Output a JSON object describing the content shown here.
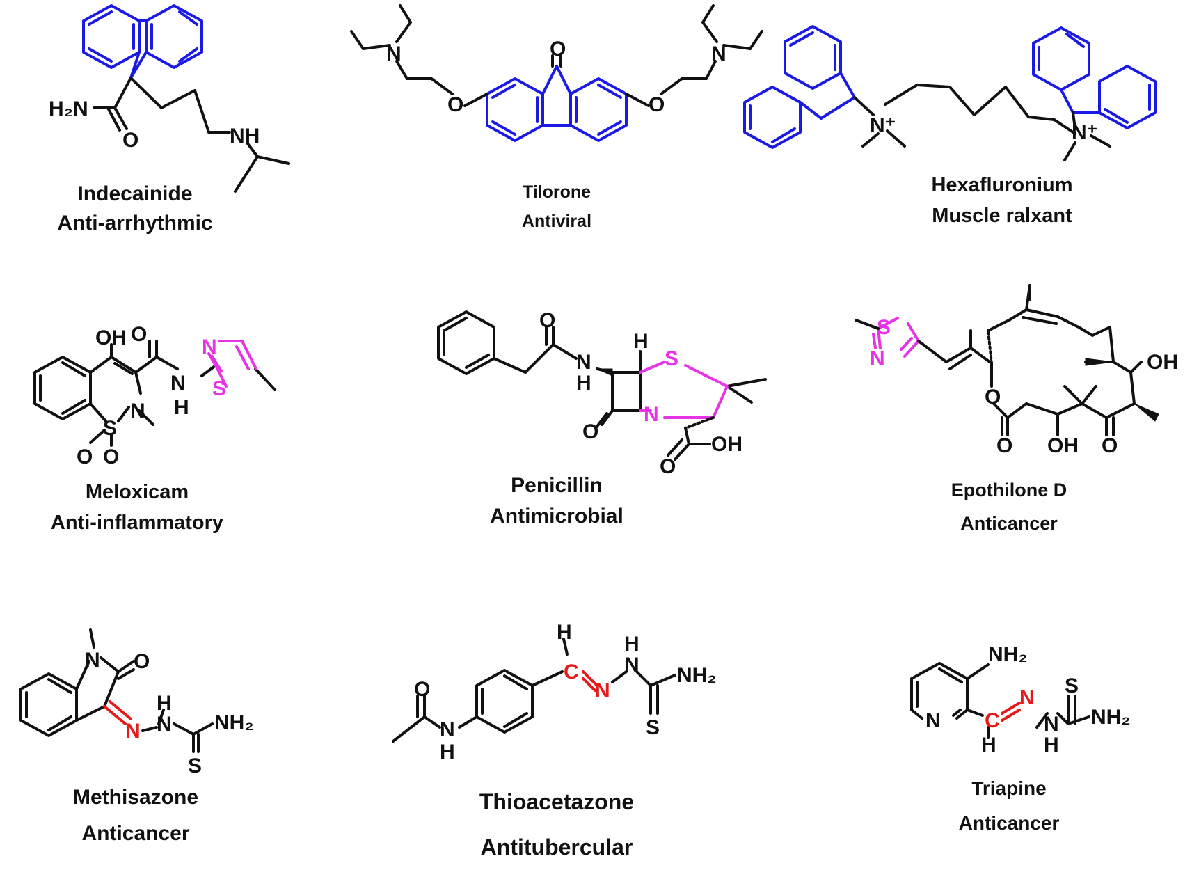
{
  "colors": {
    "fluorene": "#1a1ae6",
    "thiazole": "#e633e6",
    "imine": "#e61a1a",
    "bond": "#111111"
  },
  "atom_labels": {
    "H2N": "H₂N",
    "O": "O",
    "NH": "NH",
    "N": "N",
    "S": "S",
    "H": "H",
    "OH": "OH",
    "NH2": "NH₂",
    "Nplus": "N⁺",
    "C": "C"
  },
  "compounds": [
    {
      "name": "Indecainide",
      "use": "Anti-arrhythmic"
    },
    {
      "name": "Tilorone",
      "use": "Antiviral"
    },
    {
      "name": "Hexafluronium",
      "use": "Muscle ralxant"
    },
    {
      "name": "Meloxicam",
      "use": "Anti-inflammatory"
    },
    {
      "name": "Penicillin",
      "use": "Antimicrobial"
    },
    {
      "name": "Epothilone D",
      "use": "Anticancer"
    },
    {
      "name": "Methisazone",
      "use": "Anticancer"
    },
    {
      "name": "Thioacetazone",
      "use": "Antitubercular"
    },
    {
      "name": "Triapine",
      "use": "Anticancer"
    }
  ]
}
